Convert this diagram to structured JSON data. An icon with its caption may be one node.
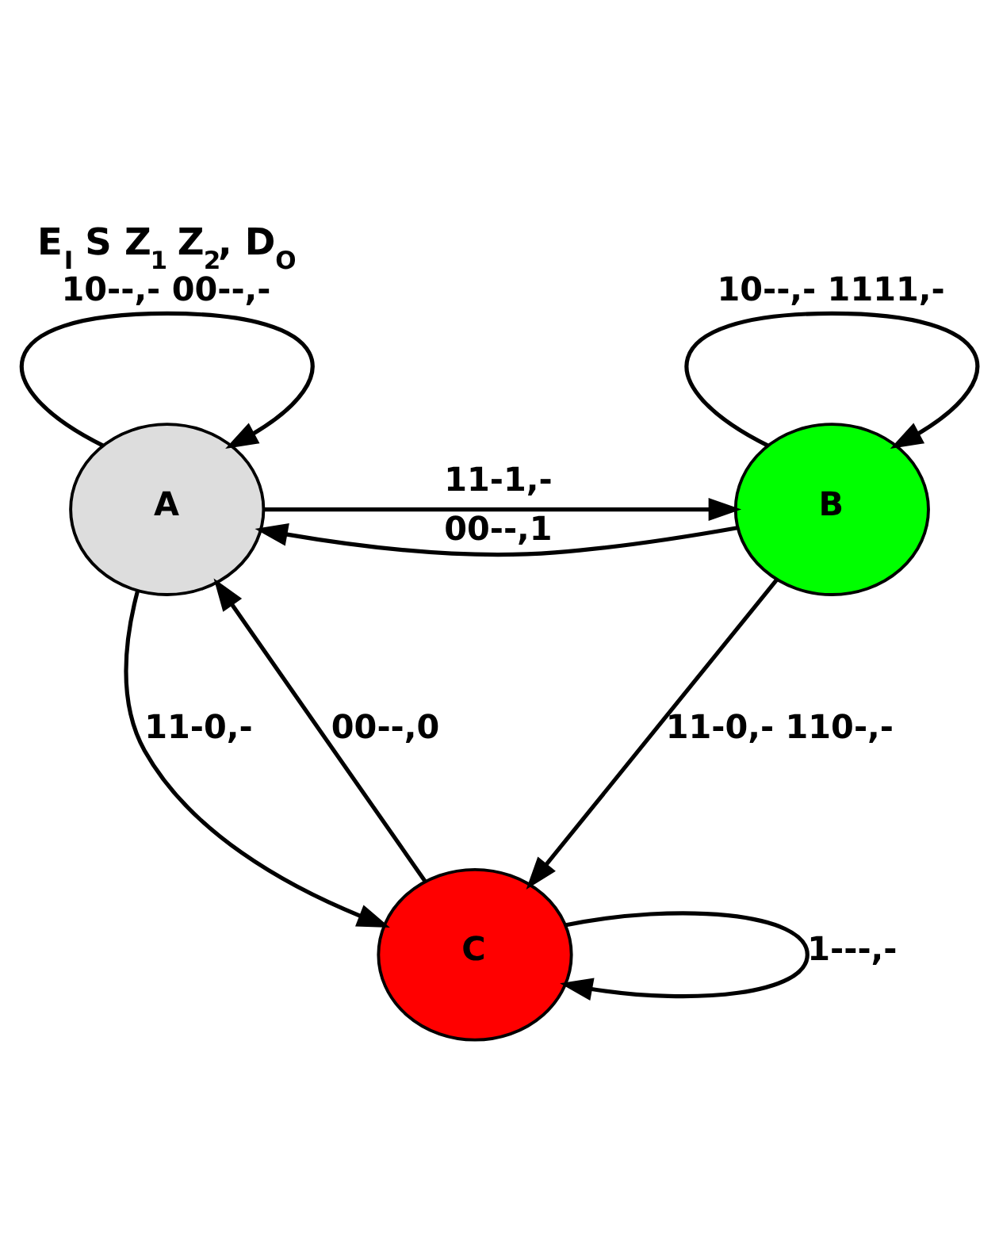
{
  "diagram": {
    "title": "E$_{I}$ S Z$_{1}$ Z$_{2}$, D$_{O}$",
    "nodes": [
      {
        "text": [
          "A"
        ]
      },
      {
        "text": [
          "B"
        ]
      },
      {
        "text": [
          "C"
        ]
      }
    ],
    "edges": [
      {
        "from": 0,
        "to": 0,
        "arrow": "to",
        "label": "10--,- 00--,-"
      },
      {
        "from": 1,
        "to": 1,
        "arrow": "to",
        "label": "10--,- 1111,-"
      },
      {
        "from": 0,
        "to": 1,
        "arrow": "to",
        "label": "11-1,-"
      },
      {
        "from": 1,
        "to": 0,
        "arrow": "to",
        "label": "00--,1"
      },
      {
        "from": 2,
        "to": 0,
        "arrow": "to",
        "label": "00--,0"
      },
      {
        "from": 0,
        "to": 2,
        "arrow": "to",
        "label": "11-0,-"
      },
      {
        "from": 1,
        "to": 2,
        "arrow": "to",
        "label": "11-0,- 110-,-"
      },
      {
        "from": 2,
        "to": 2,
        "arrow": "to",
        "label": "1---,-"
      }
    ]
  }
}
